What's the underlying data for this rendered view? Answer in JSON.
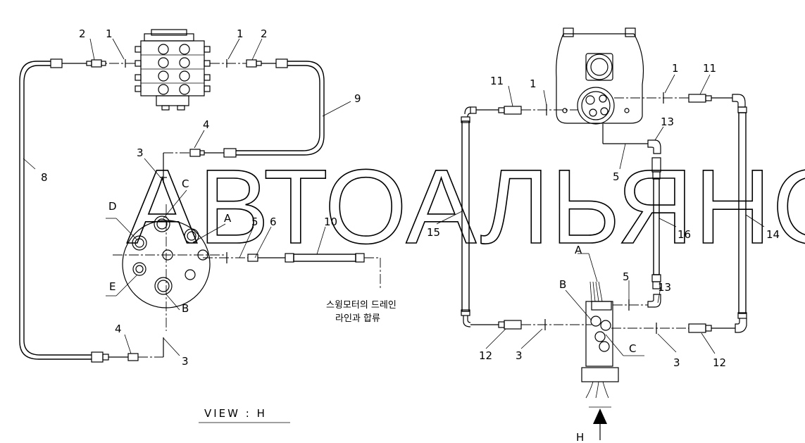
{
  "watermark": "АВТОАЛЬЯНС",
  "view_title": "VIEW : H",
  "arrow_label": "H",
  "note": {
    "line1": "스윙모터의 드레인",
    "line2": "라인과 합류"
  },
  "callouts": {
    "n1": "1",
    "n2": "2",
    "n3": "3",
    "n4": "4",
    "n5": "5",
    "n6": "6",
    "n8": "8",
    "n9": "9",
    "n10": "10",
    "n11": "11",
    "n12": "12",
    "n13": "13",
    "n14": "14",
    "n15": "15",
    "n16": "16",
    "A": "A",
    "B": "B",
    "C": "C",
    "D": "D",
    "E": "E"
  }
}
